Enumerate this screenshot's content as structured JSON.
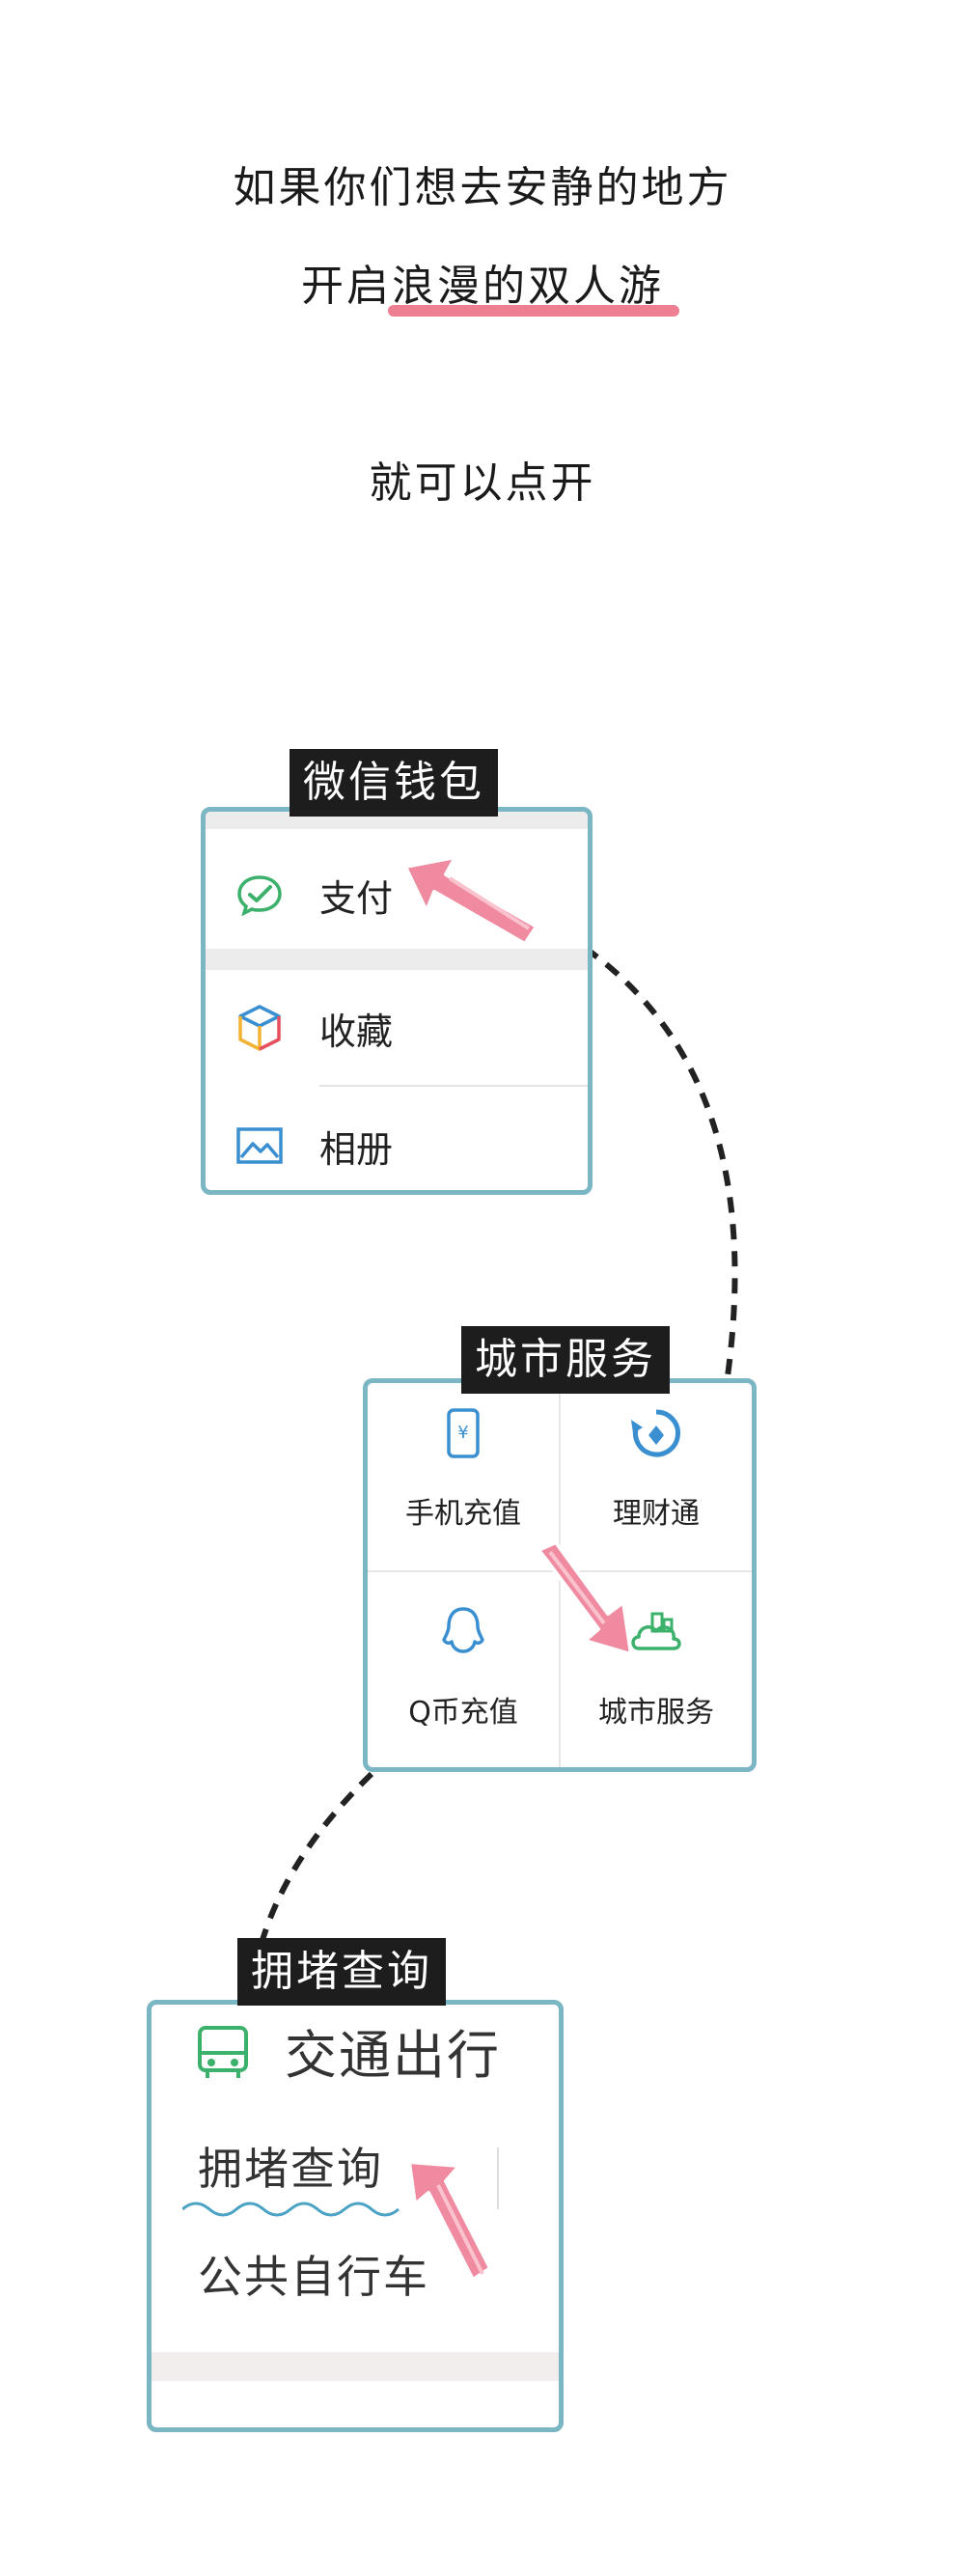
{
  "intro": {
    "line1": "如果你们想去安静的地方",
    "line2_prefix": "开启",
    "line2_highlight": "浪漫的双人游",
    "line3": "就可以点开"
  },
  "wallet_section": {
    "tag": "微信钱包",
    "items": [
      {
        "label": "支付",
        "icon": "wechat-pay-check-icon"
      },
      {
        "label": "收藏",
        "icon": "favorites-cube-icon"
      },
      {
        "label": "相册",
        "icon": "album-image-icon"
      }
    ]
  },
  "services_section": {
    "tag": "城市服务",
    "items": [
      {
        "label": "手机充值",
        "icon": "phone-recharge-icon"
      },
      {
        "label": "理财通",
        "icon": "wealth-management-icon"
      },
      {
        "label": "Q币充值",
        "icon": "qq-coin-icon"
      },
      {
        "label": "城市服务",
        "icon": "city-service-icon"
      }
    ]
  },
  "traffic_section": {
    "tag": "拥堵查询",
    "title": "交通出行",
    "title_icon": "bus-icon",
    "items": [
      {
        "label": "拥堵查询"
      },
      {
        "label": "公共自行车"
      }
    ]
  },
  "colors": {
    "card_border": "#7ab6c4",
    "highlight_underline": "#ee7f93",
    "arrow_pink": "#f08aa0",
    "wechat_green": "#3bb16b",
    "tag_background": "#1d1d1d"
  }
}
